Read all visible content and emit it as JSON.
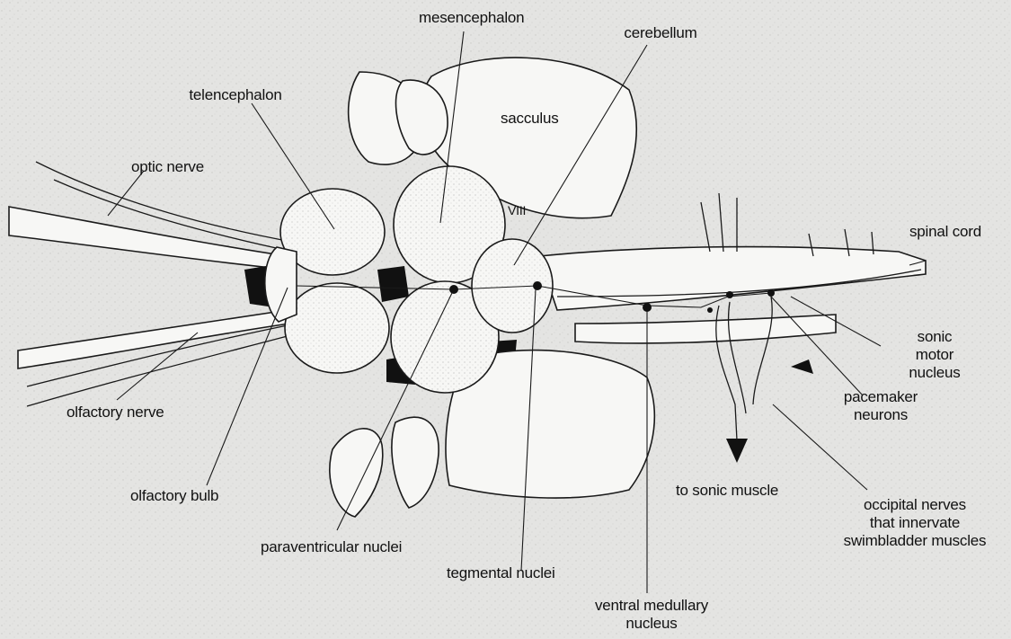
{
  "labels": {
    "mesencephalon": "mesencephalon",
    "cerebellum": "cerebellum",
    "telencephalon": "telencephalon",
    "sacculus": "sacculus",
    "optic_nerve": "optic nerve",
    "viii": "VIII",
    "spinal_cord": "spinal cord",
    "sonic_motor_nucleus": [
      "sonic",
      "motor",
      "nucleus"
    ],
    "pacemaker_neurons": [
      "pacemaker",
      "neurons"
    ],
    "olfactory_nerve": "olfactory nerve",
    "olfactory_bulb": "olfactory bulb",
    "to_sonic_muscle": "to sonic muscle",
    "occipital_nerves": [
      "occipital nerves",
      "that innervate",
      "swimbladder muscles"
    ],
    "paraventricular_nuclei": "paraventricular nuclei",
    "tegmental_nuclei": "tegmental nuclei",
    "ventral_medullary_nucleus": [
      "ventral medullary",
      "nucleus"
    ]
  },
  "colors": {
    "background": "#e4e4e2",
    "tissue": "#f7f7f5",
    "ink": "#111111"
  }
}
